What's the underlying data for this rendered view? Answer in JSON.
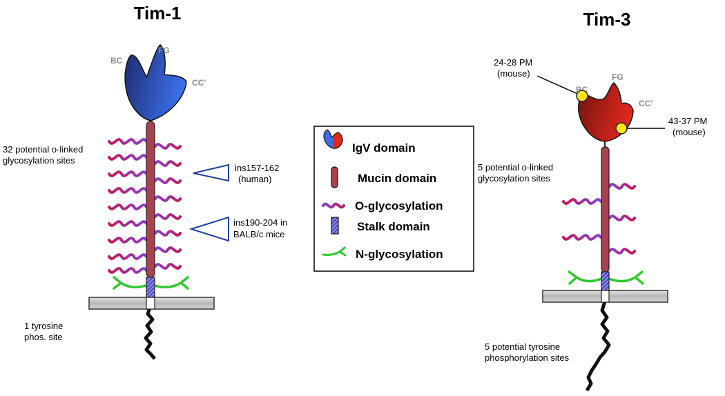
{
  "tim1": {
    "title": "Tim-1",
    "loops": {
      "bc": "BC",
      "fg": "FG",
      "cc": "CC'"
    },
    "o_linked": [
      "32 potential o-linked",
      "glycosylation sites"
    ],
    "ins_human": [
      "ins157-162",
      "(human)"
    ],
    "ins_balb": [
      "ins190-204 in",
      "BALB/c mice"
    ],
    "tyrosine": [
      "1  tyrosine",
      "phos. site"
    ]
  },
  "tim3": {
    "title": "Tim-3",
    "loops": {
      "bc": "BC",
      "fg": "FG",
      "cc": "CC'"
    },
    "pm1": [
      "24-28 PM",
      "(mouse)"
    ],
    "pm2": [
      "43-37 PM",
      "(mouse)"
    ],
    "o_linked": [
      "5 potential o-linked",
      "glycosylation sites"
    ],
    "tyrosine": [
      "5 potential tyrosine",
      "phosphorylation sites"
    ]
  },
  "legend": {
    "igv": "IgV domain",
    "mucin": "Mucin domain",
    "oglyc": "O-glycosylation",
    "stalk": "Stalk domain",
    "nglyc": "N-glycosylation"
  },
  "colors": {
    "tim1_igv_light": "#3a6fe8",
    "tim1_igv_dark": "#1f2a6e",
    "tim3_igv_light": "#e0271c",
    "tim3_igv_dark": "#6e150f",
    "mucin": "#a8424e",
    "wave_purple": "#8a3fd0",
    "wave_pink": "#c2185b",
    "stalk": "#6a6ae0",
    "n_glyc": "#2ec82e",
    "membrane": "#c8c8c8",
    "pm_site": "#ffe21a",
    "triangle": "#1f3fa0"
  },
  "icons": [
    "igv-domain-icon",
    "mucin-domain-icon",
    "o-glycosylation-icon",
    "stalk-domain-icon",
    "n-glycosylation-icon"
  ]
}
